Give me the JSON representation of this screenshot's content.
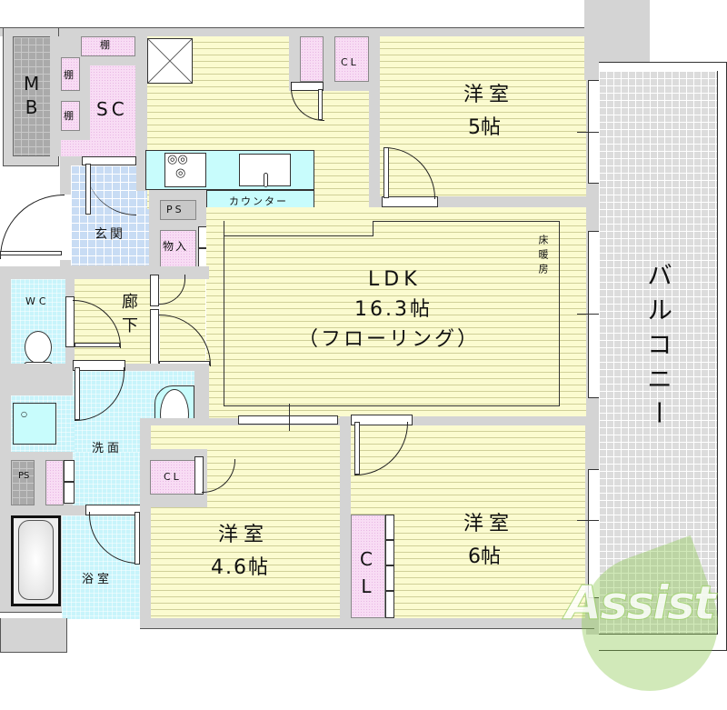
{
  "floorplan": {
    "rooms": {
      "mb": {
        "line1": "M",
        "line2": "B"
      },
      "sc": {
        "label": "SC"
      },
      "shelf": {
        "label": "棚"
      },
      "entrance": {
        "label": "玄関"
      },
      "ps_top": {
        "label": "PS"
      },
      "storage": {
        "label": "物入"
      },
      "counter": {
        "label": "カウンター"
      },
      "cl_top": {
        "label": "CL"
      },
      "western5": {
        "name": "洋室",
        "size": "5帖"
      },
      "ldk": {
        "name": "LDK",
        "size": "16.3帖",
        "floor": "（フローリング）",
        "heating": "床暖房"
      },
      "corridor": {
        "label": "廊下"
      },
      "wc": {
        "label": "WC"
      },
      "washroom": {
        "label": "洗面"
      },
      "ps_bottom": {
        "label": "PS"
      },
      "cl_wash": {
        "label": "CL"
      },
      "bath": {
        "label": "浴室"
      },
      "western46": {
        "name": "洋室",
        "size": "4.6帖"
      },
      "cl_right": {
        "line1": "C",
        "line2": "L"
      },
      "western6": {
        "name": "洋室",
        "size": "6帖"
      },
      "balcony": {
        "label": "バルコニー"
      }
    },
    "watermark": {
      "text": "Assist",
      "colors": {
        "green": "#8cc850",
        "red": "#e87878"
      }
    },
    "colors": {
      "wall": "#d4d4d4",
      "floor": "#fbfbd0",
      "wet_area": "#c8f4fb",
      "storage": "#f8dcf4",
      "entrance": "#c8dcf4",
      "balcony": "#dcdcdc"
    }
  }
}
